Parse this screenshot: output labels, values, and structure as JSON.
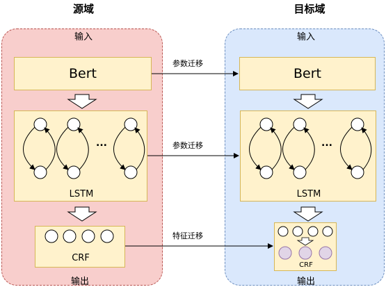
{
  "source": {
    "title": "源域",
    "input_label": "输入",
    "output_label": "输出",
    "bert_label": "Bert",
    "lstm_label": "LSTM",
    "crf_label": "CRF",
    "ellipsis": "..."
  },
  "target": {
    "title": "目标域",
    "input_label": "输入",
    "output_label": "输出",
    "bert_label": "Bert",
    "lstm_label": "LSTM",
    "crf_label": "CRF",
    "ellipsis": "..."
  },
  "transfers": [
    {
      "label": "参数迁移"
    },
    {
      "label": "参数迁移"
    },
    {
      "label": "特征迁移"
    }
  ],
  "colors": {
    "source_panel": "#f8cecc",
    "target_panel": "#dae8fc",
    "module_fill": "#fff2cc",
    "module_border": "#d6b656",
    "crf_target_node": "#e1d5e7",
    "crf_target_node_border": "#9673a6"
  }
}
